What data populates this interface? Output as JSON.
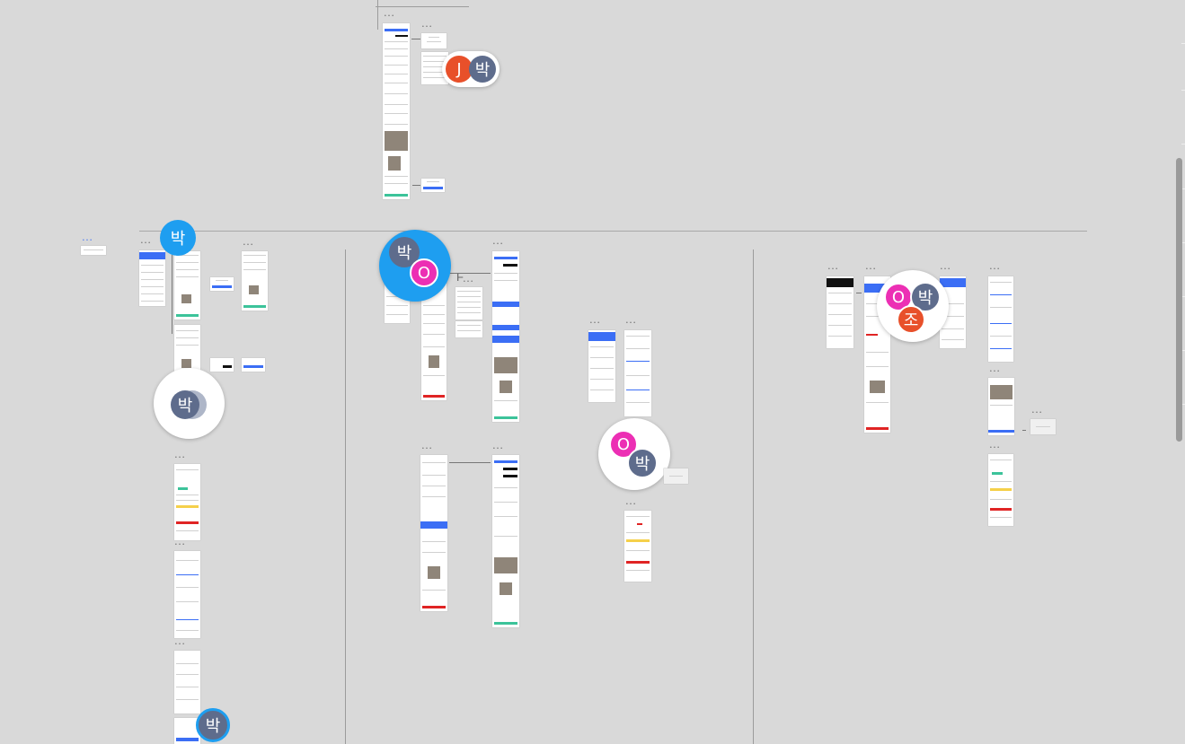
{
  "canvas": {
    "frame_label": "• • •",
    "background": "#d9d9d9",
    "frame_accent": "#3b6ef5",
    "frame_green": "#3cc39a",
    "frame_red": "#e02424"
  },
  "presence": {
    "colors": {
      "blue": "#1e9ef0",
      "slate": "#5e6c8c",
      "orange": "#e8502a",
      "magenta": "#ec2fb4",
      "gray": "#aeb6c8"
    },
    "top_pill": {
      "a": "J",
      "b": "박"
    },
    "left_top": {
      "a": "박"
    },
    "center": {
      "a": "박",
      "b": "O"
    },
    "left_mid": {
      "a": "박"
    },
    "mid_right": {
      "a": "O",
      "b": "박"
    },
    "right_cluster": {
      "a": "O",
      "b": "박",
      "c": "조"
    },
    "bottom_left": {
      "a": "박"
    }
  },
  "cursor_label": "F"
}
